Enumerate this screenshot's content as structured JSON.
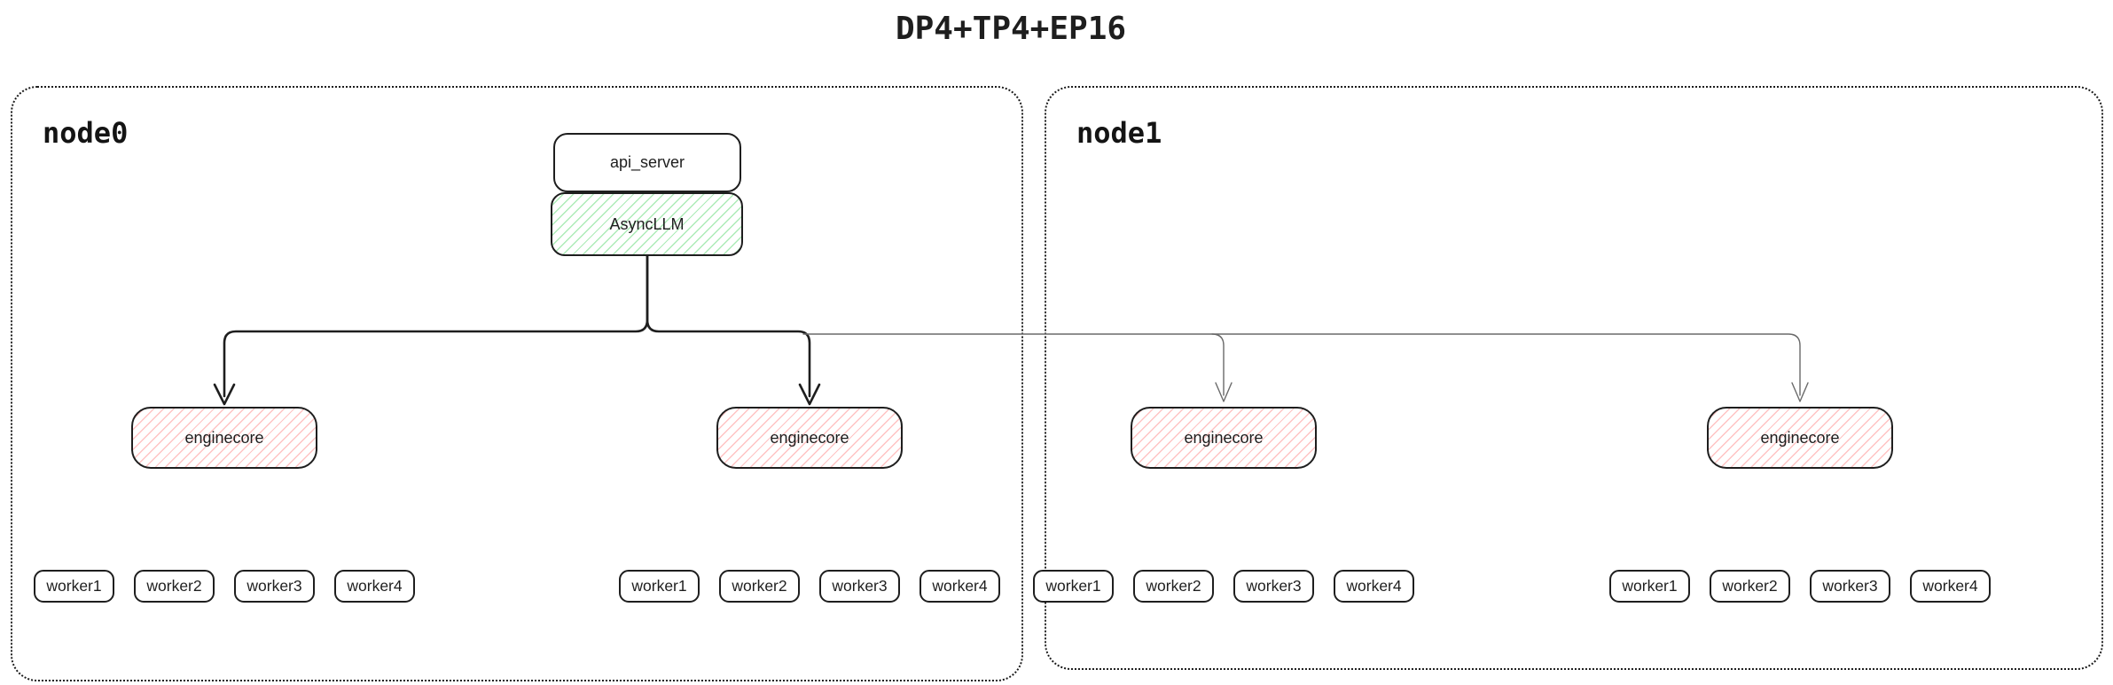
{
  "title": "DP4+TP4+EP16",
  "node0": {
    "label": "node0"
  },
  "node1": {
    "label": "node1"
  },
  "stack": {
    "api_server": "api_server",
    "async_llm": "AsyncLLM"
  },
  "enginecores": [
    "enginecore",
    "enginecore",
    "enginecore",
    "enginecore"
  ],
  "worker_groups": [
    [
      "worker1",
      "worker2",
      "worker3",
      "worker4"
    ],
    [
      "worker1",
      "worker2",
      "worker3",
      "worker4"
    ],
    [
      "worker1",
      "worker2",
      "worker3",
      "worker4"
    ],
    [
      "worker1",
      "worker2",
      "worker3",
      "worker4"
    ]
  ],
  "colors": {
    "ink": "#1e1e1e",
    "green_hatch": "#69db7c",
    "red_hatch": "#ff8787",
    "thin_connector": "#6a6a6a",
    "background": "#ffffff"
  }
}
